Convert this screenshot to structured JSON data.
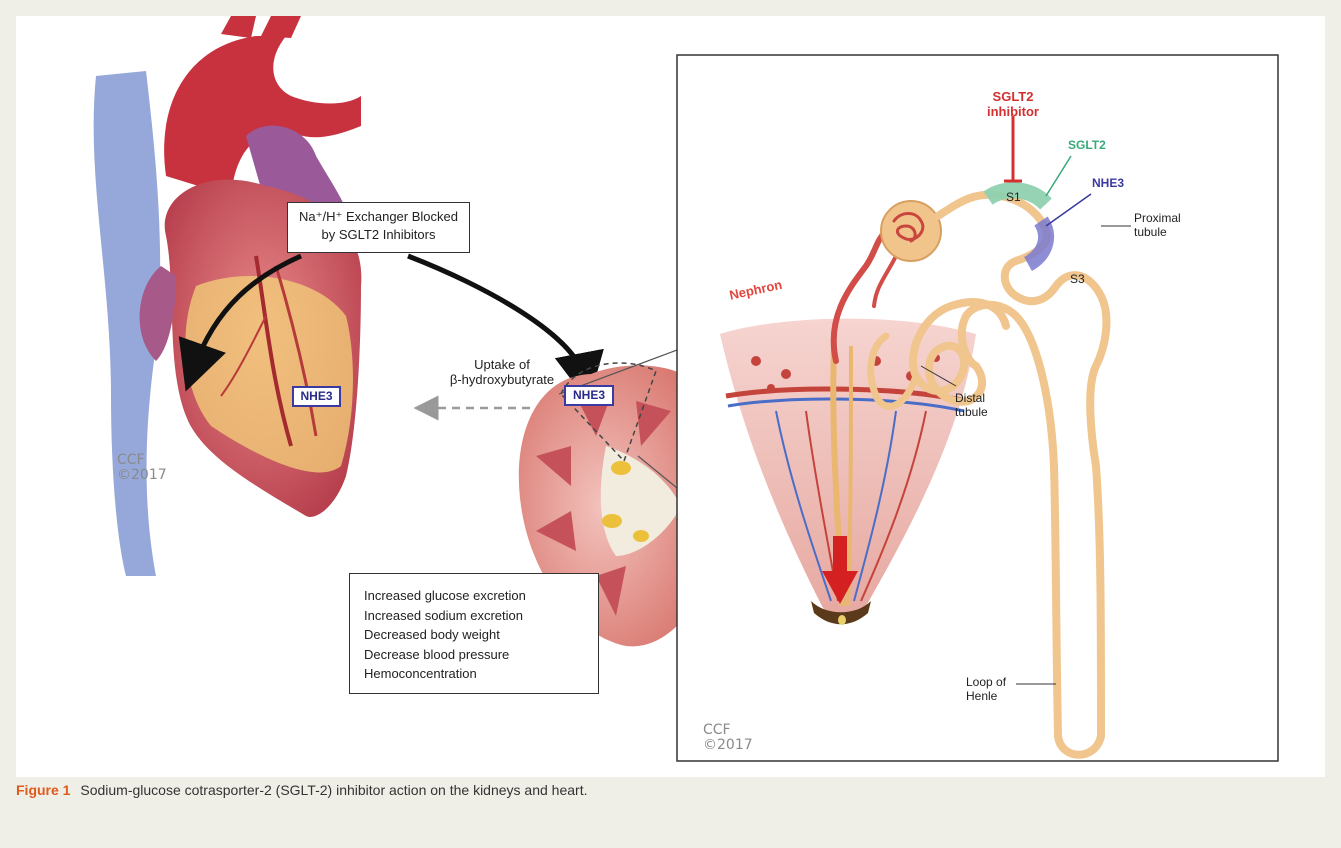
{
  "colors": {
    "background": "#f0efe7",
    "panel": "#ffffff",
    "caption_accent": "#e05a1c",
    "inhibitor_red": "#d43030",
    "sglt2_green": "#3aa97a",
    "nhe3_blue": "#3a3aa0",
    "tubule": "#f0c58e"
  },
  "heart": {
    "exchanger_box": {
      "line1": "Na⁺/H⁺ Exchanger Blocked",
      "line2": "by SGLT2 Inhibitors"
    },
    "nhe3_label": "NHE3",
    "credit_line1": "CCF",
    "credit_line2": "©2017"
  },
  "kidney": {
    "uptake_line1": "Uptake of",
    "uptake_line2": "β-hydroxybutyrate",
    "nhe3_label": "NHE3",
    "effects": [
      "Increased glucose excretion",
      "Increased sodium excretion",
      "Decreased body weight",
      "Decrease blood pressure",
      "Hemoconcentration"
    ]
  },
  "nephron_panel": {
    "nephron_label": "Nephron",
    "inhibitor_line1": "SGLT2",
    "inhibitor_line2": "inhibitor",
    "sglt2_label": "SGLT2",
    "nhe3_label": "NHE3",
    "s1_label": "S1",
    "s3_label": "S3",
    "proximal_line1": "Proximal",
    "proximal_line2": "tubule",
    "distal_line1": "Distal",
    "distal_line2": "tubule",
    "loop_line1": "Loop of",
    "loop_line2": "Henle",
    "credit_line1": "CCF",
    "credit_line2": "©2017"
  },
  "caption": {
    "figure_number": "Figure 1",
    "text": "Sodium-glucose cotrasporter-2 (SGLT-2) inhibitor action on the kidneys and heart."
  }
}
